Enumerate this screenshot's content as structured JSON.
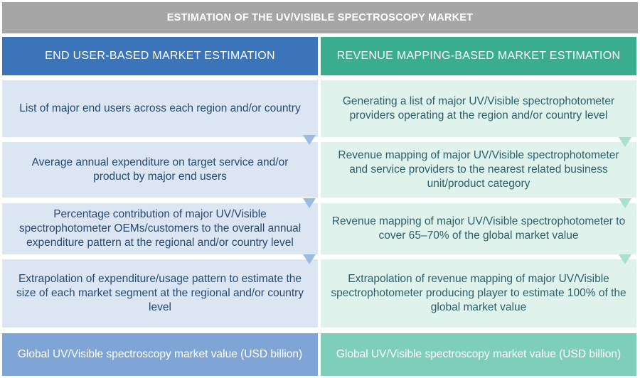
{
  "title": "ESTIMATION OF THE UV/VISIBLE SPECTROSCOPY MARKET",
  "columns": [
    {
      "heading": "END USER-BASED MARKET ESTIMATION",
      "steps": [
        "List of major end users across each region and/or country",
        "Average annual expenditure on target service and/or product by major end users",
        "Percentage contribution of major UV/Visible spectrophotometer OEMs/customers to the overall annual expenditure pattern at the regional and/or country level",
        "Extrapolation of expenditure/usage pattern to estimate the size of each market segment at the regional and/or country level"
      ],
      "result": "Global UV/Visible spectroscopy market value (USD billion)"
    },
    {
      "heading": "REVENUE MAPPING-BASED MARKET ESTIMATION",
      "steps": [
        "Generating a list of major UV/Visible spectrophotometer providers operating at the region and/or country level",
        "Revenue mapping of major UV/Visible spectrophotometer and service providers to the nearest related business unit/product category",
        "Revenue mapping of major UV/Visible spectrophotometer to cover 65–70% of the global market value",
        "Extrapolation of revenue mapping of major UV/Visible spectrophotometer producing player to estimate 100% of the global market value"
      ],
      "result": "Global UV/Visible spectroscopy market value (USD billion)"
    }
  ],
  "colors": {
    "title_bg": "#a6a6a6",
    "left_header": "#3b74b9",
    "right_header": "#39ad8d",
    "left_step": "#dbe6f2",
    "right_step": "#dff3ec",
    "left_result": "#7fa5d6",
    "right_result": "#7dcfba"
  }
}
